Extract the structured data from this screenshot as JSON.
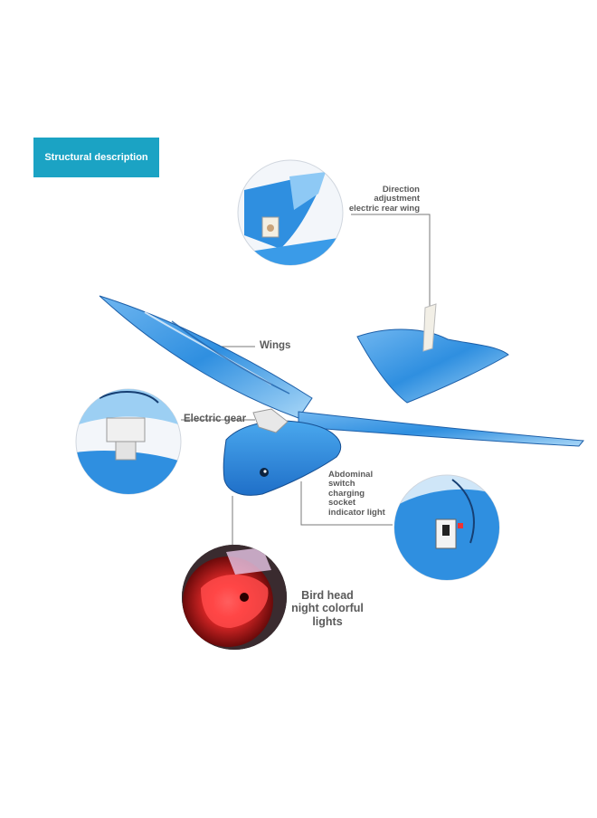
{
  "header": {
    "title": "Structural description"
  },
  "callouts": {
    "rear_wing": {
      "lines": [
        "Direction",
        "adjustment",
        "electric rear wing"
      ]
    },
    "wings": {
      "label": "Wings"
    },
    "gear": {
      "label": "Electric gear"
    },
    "abdominal": {
      "lines": [
        "Abdominal",
        "switch",
        "charging",
        "socket",
        "indicator light"
      ]
    },
    "head": {
      "lines": [
        "Bird head",
        "night colorful",
        "lights"
      ]
    }
  },
  "colors": {
    "header_bg": "#1ba3c4",
    "bird_blue": "#2f8fe0",
    "bird_light": "#8ec9f5",
    "leader_line": "#7a7a7a",
    "head_light": "#ff2a2a"
  }
}
